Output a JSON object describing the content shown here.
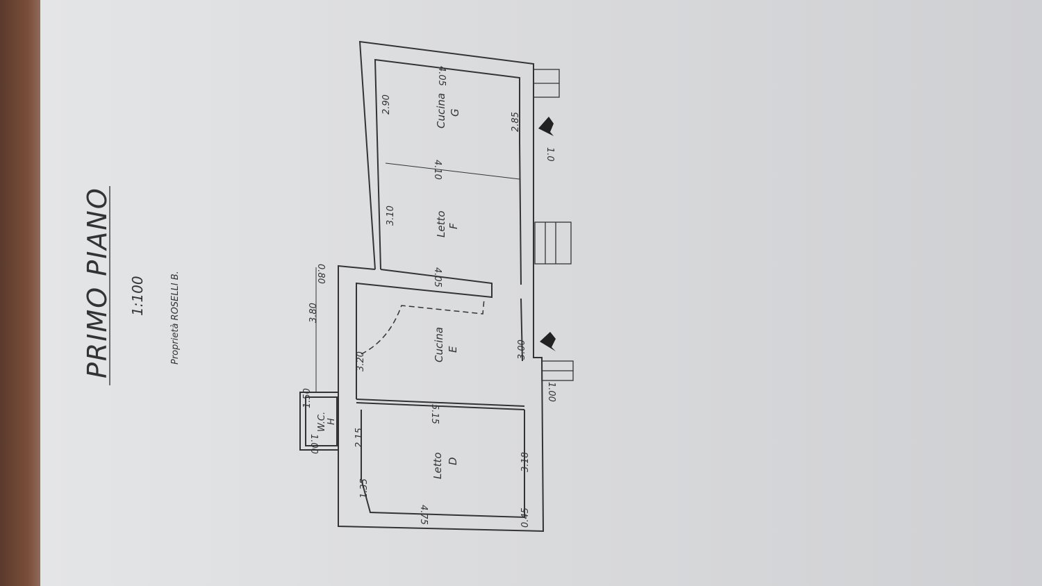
{
  "title": "PRIMO PIANO",
  "scale": "1:100",
  "owner": "Proprietà ROSELLI B.",
  "rooms": {
    "cucina_g": {
      "name": "Cucina",
      "letter": "G"
    },
    "letto_f": {
      "name": "Letto",
      "letter": "F"
    },
    "cucina_e": {
      "name": "Cucina",
      "letter": "E"
    },
    "letto_d": {
      "name": "Letto",
      "letter": "D"
    },
    "wc_h": {
      "name": "W.C.",
      "letter": "H"
    }
  },
  "dimensions": {
    "g_top": "4.05",
    "g_left": "2.90",
    "g_right": "2.85",
    "g_f_wall": "4.10",
    "stair_top": "1.0",
    "f_left": "3.10",
    "f_bottom": "4.05",
    "corner": "0.80",
    "outer_left": "3.80",
    "e_left": "3.20",
    "e_right": "3.00",
    "stair_bottom": "1.00",
    "e_d_wall": "5.15",
    "wc_w": "1.50",
    "wc_h": "1.00",
    "d_left": "2.15",
    "d_right": "3.18",
    "d_diag": "1.35",
    "d_bottom": "4.75",
    "d_corner": "0.45"
  }
}
